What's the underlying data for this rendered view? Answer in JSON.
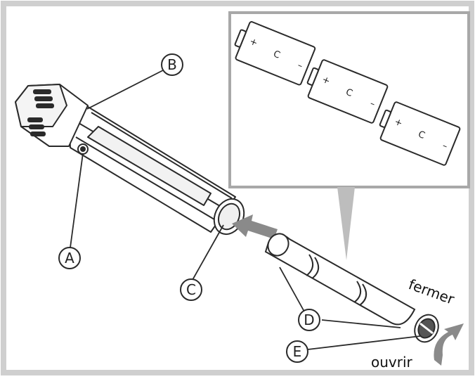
{
  "callouts": {
    "a": "A",
    "b": "B",
    "c": "C",
    "d": "D",
    "e": "E"
  },
  "words": {
    "close": "fermer",
    "open": "ouvrir"
  },
  "inset": {
    "battery_1": {
      "plus": "+",
      "size": "C",
      "minus": "–"
    },
    "battery_2": {
      "plus": "+",
      "size": "C",
      "minus": "–"
    },
    "battery_3": {
      "plus": "+",
      "size": "C",
      "minus": "–"
    }
  },
  "colors": {
    "frame": "#cfcfcf",
    "line": "#2a2a2a",
    "arrow": "#8a8a8a",
    "shade": "#bdbdbd"
  }
}
